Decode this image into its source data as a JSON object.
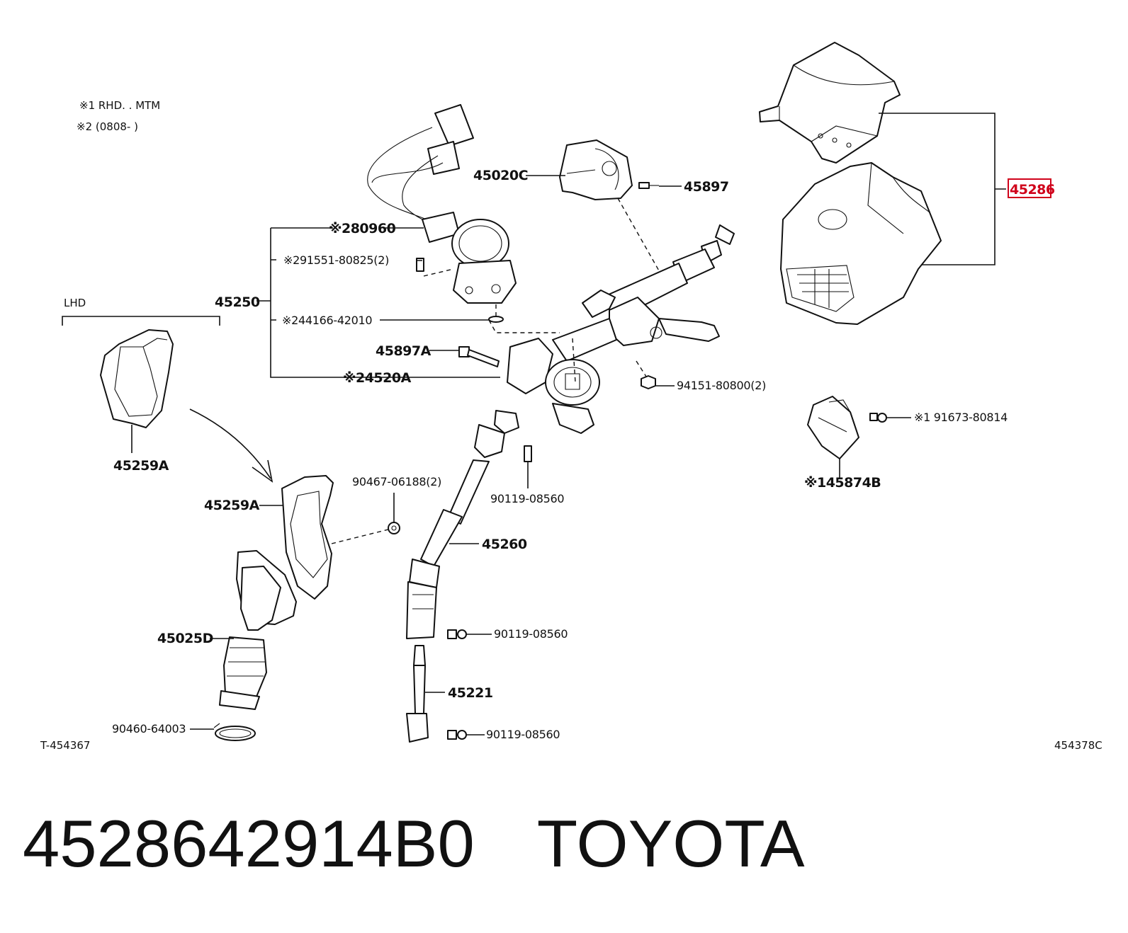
{
  "notes": [
    "※1 RHD. . MTM",
    "※2 (0808-    )"
  ],
  "group_label": "LHD",
  "callouts": {
    "c45286": "45286",
    "c45020C": "45020C",
    "c45897": "45897",
    "c80960": "※280960",
    "c91551": "※291551-80825(2)",
    "c45250": "45250",
    "c44166": "※244166-42010",
    "c45897A": "45897A",
    "c4520A": "※24520A",
    "c94151": "94151-80800(2)",
    "c91673": "※1 91673-80814",
    "c45874B": "※145874B",
    "c45259A_top": "45259A",
    "c45259A": "45259A",
    "c90467": "90467-06188(2)",
    "c90119_a": "90119-08560",
    "c45260": "45260",
    "c45025D": "45025D",
    "c90119_b": "90119-08560",
    "c45221": "45221",
    "c90460": "90460-64003",
    "c90119_c": "90119-08560"
  },
  "highlighted_part": "45286",
  "highlight_color": "#d0021b",
  "ref_left": "T-454367",
  "ref_right": "454378C",
  "footer": {
    "part_number": "4528642914B0",
    "brand": "TOYOTA"
  }
}
